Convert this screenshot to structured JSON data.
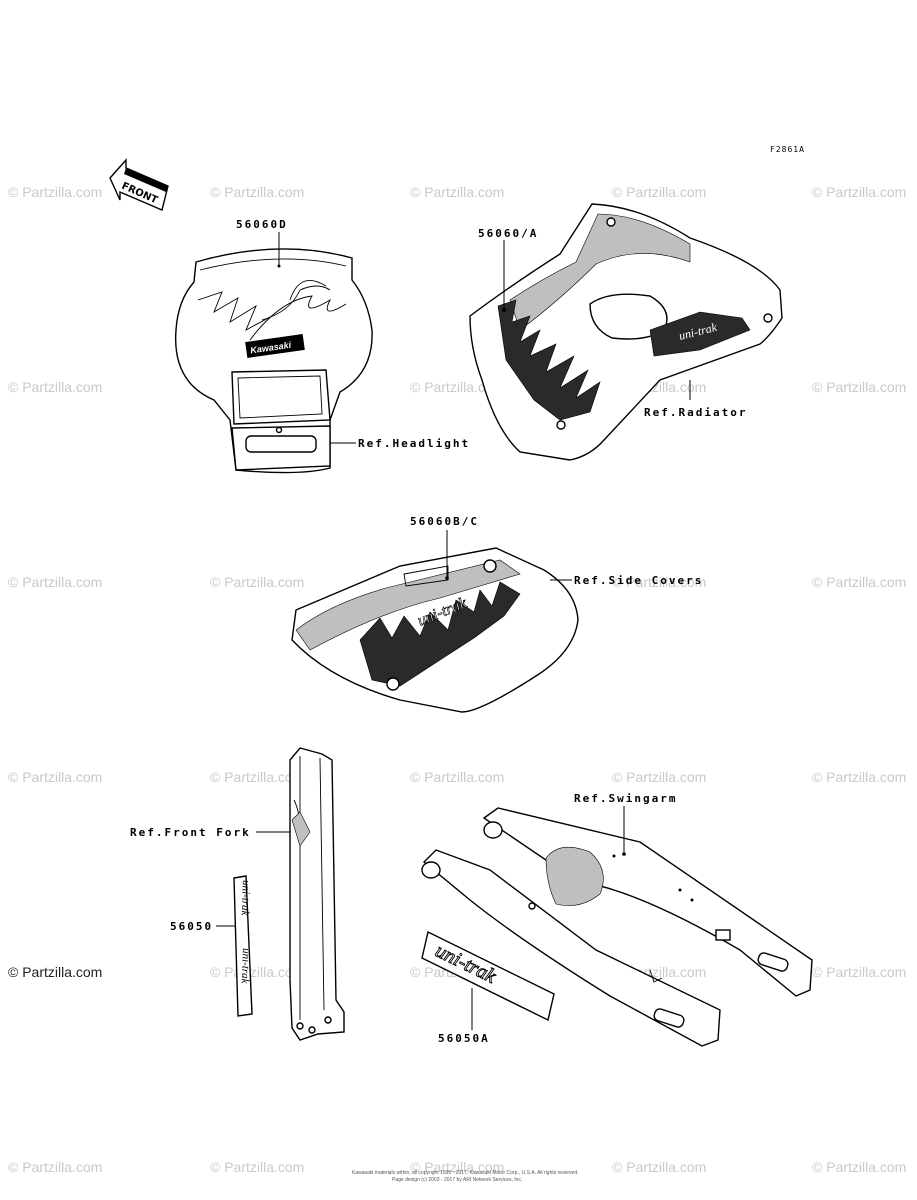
{
  "figure_id": "F2861A",
  "front_label": "FRONT",
  "watermark": "© Partzilla.com",
  "logo_text": "Kawasaki",
  "decal_text": "uni-trak",
  "callouts": {
    "p56060d": "56060D",
    "p56060a": "56060/A",
    "p56060bc": "56060B/C",
    "p56050": "56050",
    "p56050a": "56050A",
    "ref_headlight": "Ref.Headlight",
    "ref_radiator": "Ref.Radiator",
    "ref_side_covers": "Ref.Side Covers",
    "ref_front_fork": "Ref.Front Fork",
    "ref_swingarm": "Ref.Swingarm"
  },
  "copyright_line1": "Kawasaki materials within, all copyright 1995 - 2017, Kawasaki Motor Corp., U.S.A. All rights reserved.",
  "copyright_line2": "Page design (c) 2003 - 2017 by ARI Network Services, Inc."
}
